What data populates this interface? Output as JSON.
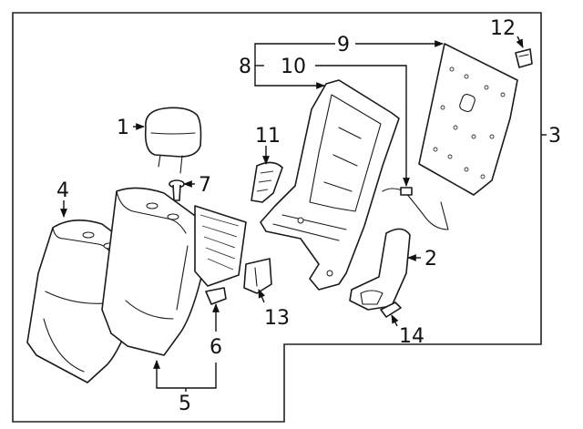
{
  "diagram": {
    "callouts": [
      {
        "id": "callout-1",
        "text": "1"
      },
      {
        "id": "callout-2",
        "text": "2"
      },
      {
        "id": "callout-3",
        "text": "3"
      },
      {
        "id": "callout-4",
        "text": "4"
      },
      {
        "id": "callout-5",
        "text": "5"
      },
      {
        "id": "callout-6",
        "text": "6"
      },
      {
        "id": "callout-7",
        "text": "7"
      },
      {
        "id": "callout-8",
        "text": "8"
      },
      {
        "id": "callout-9",
        "text": "9"
      },
      {
        "id": "callout-10",
        "text": "10"
      },
      {
        "id": "callout-11",
        "text": "11"
      },
      {
        "id": "callout-12",
        "text": "12"
      },
      {
        "id": "callout-13",
        "text": "13"
      },
      {
        "id": "callout-14",
        "text": "14"
      }
    ],
    "colors": {
      "line": "#1a1a1a",
      "background": "#ffffff"
    }
  }
}
